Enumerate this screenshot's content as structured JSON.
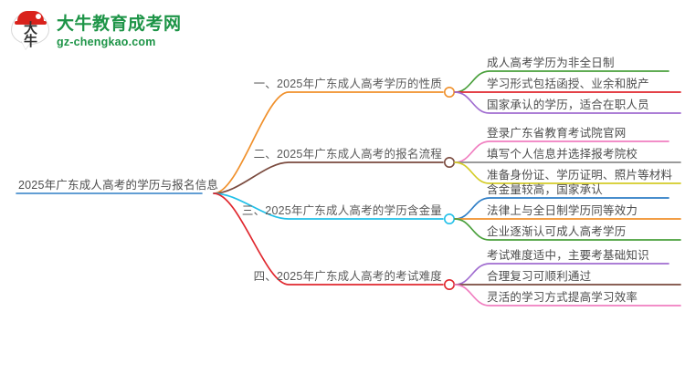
{
  "logo": {
    "mark_char_1": "大",
    "mark_char_2": "牛",
    "title": "大牛教育成考网",
    "url": "gz-chengkao.com",
    "brand_green": "#1d9447",
    "brand_red": "#d9221c"
  },
  "mindmap": {
    "root": {
      "label": "2025年广东成人高考的学历与报名信息",
      "color": "#2f7ec6"
    },
    "branches": [
      {
        "label": "一、2025年广东成人高考学历的性质",
        "color": "#f0902b",
        "leaves": [
          {
            "label": "成人高考学历为非全日制",
            "color": "#4aa03c"
          },
          {
            "label": "学习形式包括函授、业余和脱产",
            "color": "#e0272e"
          },
          {
            "label": "国家承认的学历，适合在职人员",
            "color": "#a06cd0"
          }
        ]
      },
      {
        "label": "二、2025年广东成人高考的报名流程",
        "color": "#7a4a3e",
        "leaves": [
          {
            "label": "登录广东省教育考试院官网",
            "color": "#f07ec0"
          },
          {
            "label": "填写个人信息并选择报考院校",
            "color": "#8c8c8c"
          },
          {
            "label": "准备身份证、学历证明、照片等材料",
            "color": "#d4cc28"
          }
        ]
      },
      {
        "label": "三、2025年广东成人高考的学历含金量",
        "color": "#22c0e8",
        "leaves": [
          {
            "label": "含金量较高，国家承认",
            "color": "#2f7ec6"
          },
          {
            "label": "法律上与全日制学历同等效力",
            "color": "#f0902b"
          },
          {
            "label": "企业逐渐认可成人高考学历",
            "color": "#4aa03c"
          }
        ]
      },
      {
        "label": "四、2025年广东成人高考的考试难度",
        "color": "#e0272e",
        "leaves": [
          {
            "label": "考试难度适中，主要考基础知识",
            "color": "#a06cd0"
          },
          {
            "label": "合理复习可顺利通过",
            "color": "#7a4a3e"
          },
          {
            "label": "灵活的学习方式提高学习效率",
            "color": "#f07ec0"
          }
        ]
      }
    ]
  }
}
